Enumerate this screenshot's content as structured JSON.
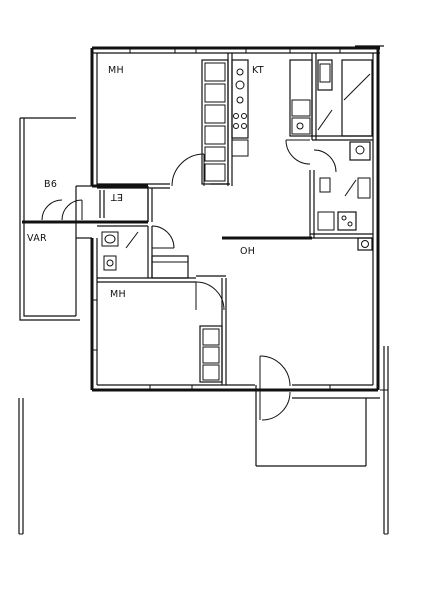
{
  "rooms": {
    "mh_top": "MH",
    "kt": "KT",
    "b6": "B6",
    "et": "ET",
    "var": "VAR",
    "oh": "OH",
    "mh_bottom": "MH"
  }
}
